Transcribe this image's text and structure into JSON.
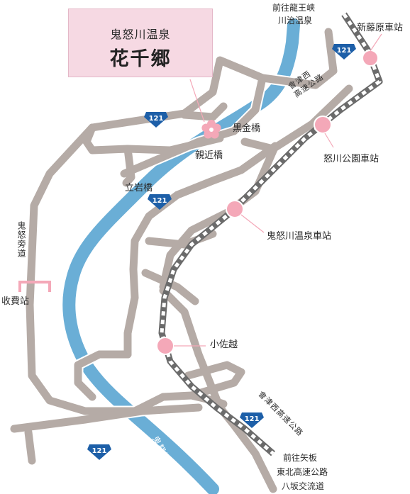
{
  "hotel": {
    "area": "鬼怒川温泉",
    "name": "花千郷",
    "marker": "sakura-flower-icon"
  },
  "stations": {
    "shin_fujiwara": "新藤原車站",
    "kinugawa_koen": "怒川公園車站",
    "kinugawa_onsen": "鬼怒川温泉車站",
    "kosagoe": "小佐越"
  },
  "bridges": {
    "kurogane": "黒金橋",
    "shinchika": "親近橋",
    "tateiwa": "立岩橋"
  },
  "roads": {
    "route_number": "121",
    "kinu_bypass": "鬼怒旁道",
    "tollgate": "收費站",
    "aizu_nishi_top": "會津西\n高速公路",
    "aizu_nishi_bottom": "會津西高速公路"
  },
  "destinations": {
    "ryuokyo_line1": "前往龍王峡",
    "ryuokyo_line2": "川治温泉",
    "yaita_line1": "前往矢板",
    "yaita_line2": "東北高速公路",
    "yaita_line3": "八坂交流道"
  },
  "river": {
    "name": "鬼怒川"
  },
  "colors": {
    "road": "#b5aba6",
    "road_edge": "#ffffff",
    "river": "#6aaed6",
    "river_edge": "#ffffff",
    "rail_dark": "#6b6b6b",
    "rail_light": "#ffffff",
    "station": "#f4a8b8",
    "route_shield": "#1d5fa8",
    "tollgate": "#f4a8b8"
  }
}
